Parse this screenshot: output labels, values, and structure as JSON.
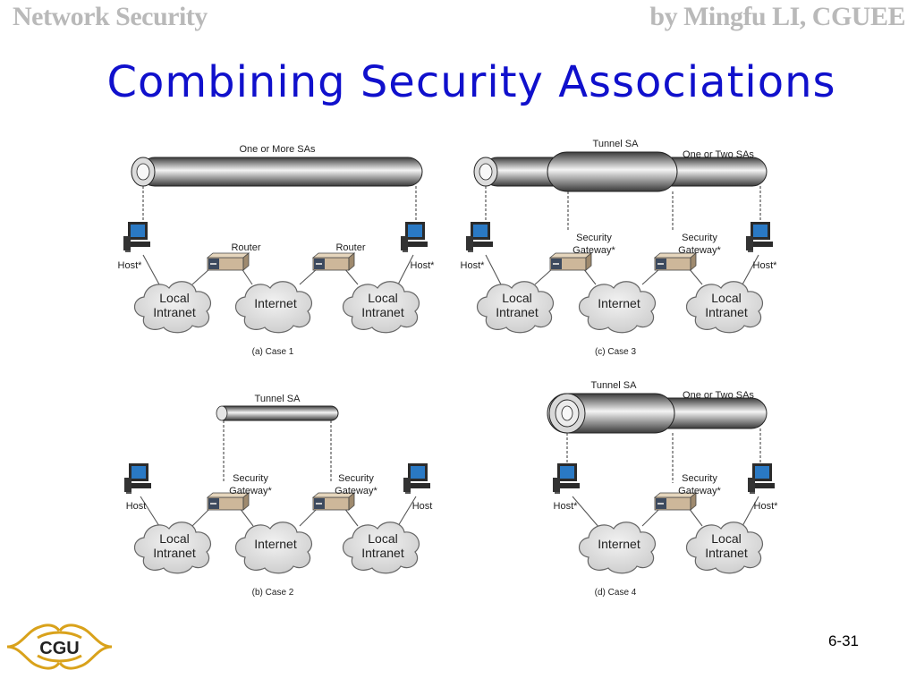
{
  "header": {
    "left": "Network Security",
    "right": "by Mingfu LI, CGUEE"
  },
  "title": "Combining Security Associations",
  "page_number": "6-31",
  "logo_text": "CGU",
  "diagram": {
    "case1": {
      "sa_label": "One or More SAs",
      "router_left": "Router",
      "router_right": "Router",
      "host_left": "Host*",
      "host_right": "Host*",
      "cloud_left": [
        "Local",
        "Intranet"
      ],
      "cloud_mid": "Internet",
      "cloud_right": [
        "Local",
        "Intranet"
      ],
      "caption": "(a) Case 1"
    },
    "case2": {
      "sa_label": "Tunnel SA",
      "gw_left": [
        "Security",
        "Gateway*"
      ],
      "gw_right": [
        "Security",
        "Gateway*"
      ],
      "host_left": "Host",
      "host_right": "Host",
      "cloud_left": [
        "Local",
        "Intranet"
      ],
      "cloud_mid": "Internet",
      "cloud_right": [
        "Local",
        "Intranet"
      ],
      "caption": "(b) Case 2"
    },
    "case3": {
      "tunnel_label": "Tunnel SA",
      "sa_label": "One or Two SAs",
      "gw_left": [
        "Security",
        "Gateway*"
      ],
      "gw_right": [
        "Security",
        "Gateway*"
      ],
      "host_left": "Host*",
      "host_right": "Host*",
      "cloud_left": [
        "Local",
        "Intranet"
      ],
      "cloud_mid": "Internet",
      "cloud_right": [
        "Local",
        "Intranet"
      ],
      "caption": "(c) Case 3"
    },
    "case4": {
      "tunnel_label": "Tunnel SA",
      "sa_label": "One or Two SAs",
      "gw_right": [
        "Security",
        "Gateway*"
      ],
      "host_left": "Host*",
      "host_right": "Host*",
      "cloud_mid": "Internet",
      "cloud_right": [
        "Local",
        "Intranet"
      ],
      "caption": "(d) Case 4"
    }
  },
  "colors": {
    "title": "#1010cc",
    "header": "#b9b9b9",
    "logo": "#d9a21b"
  }
}
